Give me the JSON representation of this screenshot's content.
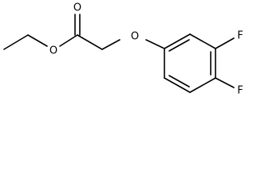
{
  "molecule": {
    "atoms": {
      "carbonyl_oxygen": "O",
      "ester_oxygen": "O",
      "ether_oxygen": "O",
      "fluorine_meta": "F",
      "fluorine_para": "F"
    },
    "colors": {
      "bond": "#000000",
      "label": "#000000",
      "background": "#ffffff"
    }
  }
}
